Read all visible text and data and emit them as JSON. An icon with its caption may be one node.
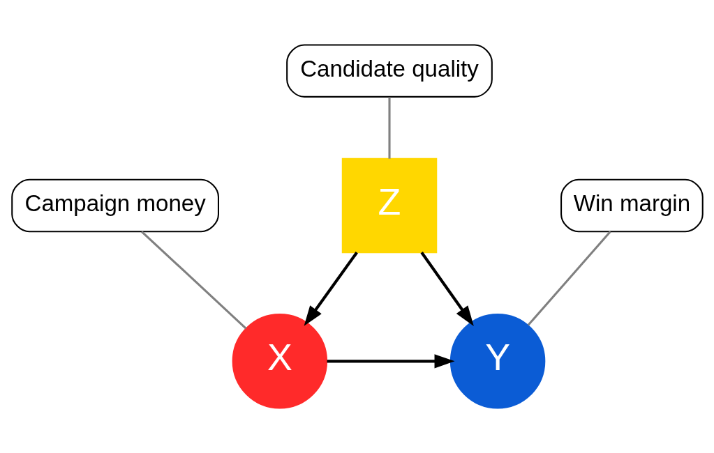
{
  "diagram": {
    "nodes": [
      {
        "text": [
          "Z"
        ]
      },
      {
        "text": [
          "Candidate quality"
        ]
      },
      {
        "text": [
          "Campaign money"
        ]
      },
      {
        "text": [
          "Win margin"
        ]
      },
      {
        "text": [
          "X"
        ]
      },
      {
        "text": [
          "Y"
        ]
      }
    ],
    "edges": [
      {
        "from": 0,
        "to": 4,
        "arrow": "to"
      },
      {
        "from": 0,
        "to": 5,
        "arrow": "to"
      },
      {
        "from": 4,
        "to": 5,
        "arrow": "to"
      },
      {
        "from": 1,
        "to": 0,
        "arrow": "none",
        "color": "#808080"
      },
      {
        "from": 2,
        "to": 4,
        "arrow": "none",
        "color": "#808080"
      },
      {
        "from": 3,
        "to": 5,
        "arrow": "none",
        "color": "#808080"
      }
    ]
  }
}
